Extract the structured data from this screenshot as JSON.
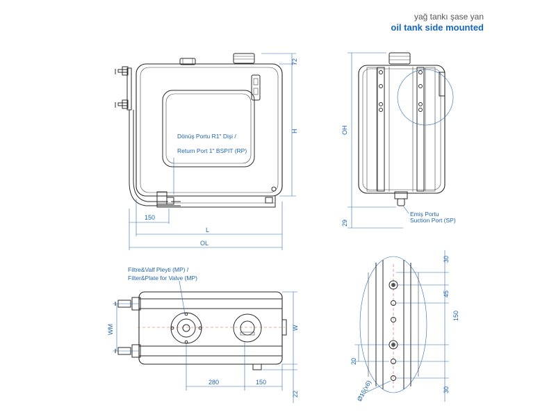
{
  "header": {
    "title_tr": "yağ tankı şase yan",
    "title_en": "oil tank side mounted"
  },
  "callouts": {
    "return_port_tr": "Dönüş Portu R1\" Dişi /",
    "return_port_en": "Return Port 1\" BSPIT (RP)",
    "suction_port_tr": "Emiş Portu",
    "suction_port_en": "Suction Port (SP)",
    "filter_plate_tr": "Filtre&Valf Pleyti (MP) /",
    "filter_plate_en": "Filter&Plate for Valve (MP)"
  },
  "dimensions": {
    "front_top": "72",
    "front_h": "H",
    "front_l": "L",
    "front_ol": "OL",
    "front_150": "150",
    "side_oh": "OH",
    "side_29": "29",
    "top_wm": "WM",
    "top_w": "W",
    "top_280": "280",
    "top_150": "150",
    "top_22": "22",
    "detail_30_top": "30",
    "detail_45": "45",
    "detail_150": "150",
    "detail_20": "20",
    "detail_30_bottom": "30",
    "detail_hole": "Ø15(x6)"
  },
  "colors": {
    "accent": "#1565c0",
    "dimension": "#1e63b0",
    "line": "#222222"
  }
}
